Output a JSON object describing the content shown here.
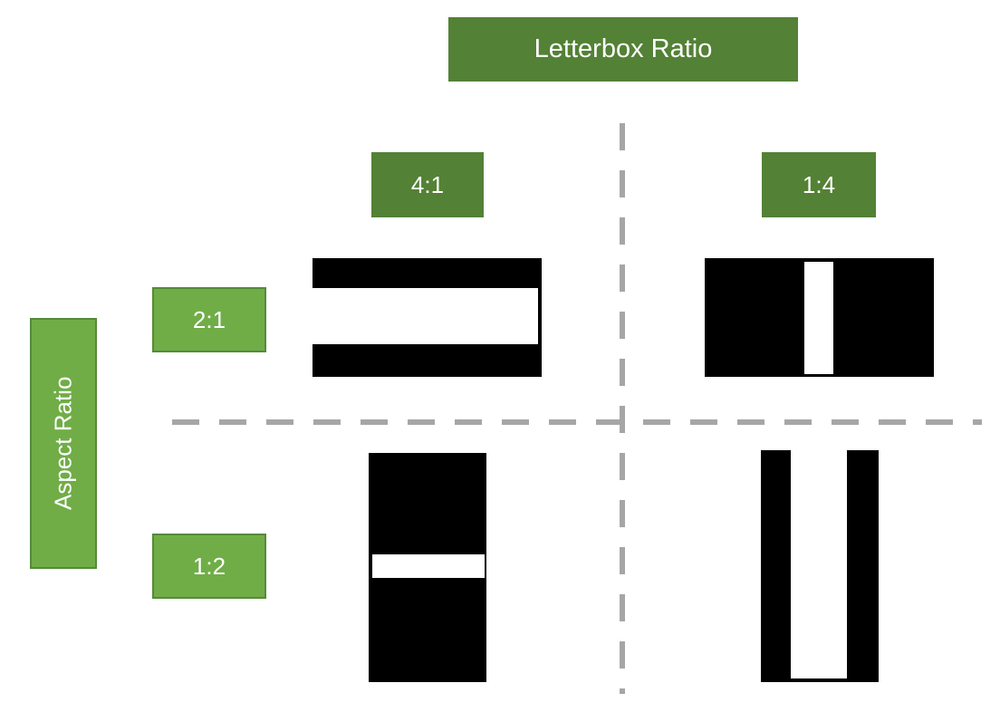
{
  "diagram": {
    "title": "Letterbox Ratio",
    "axis_label_vertical": "Aspect Ratio",
    "colors": {
      "header_green": "#538135",
      "label_green": "#70AD47",
      "label_green_border": "#558A39",
      "divider_gray": "#A6A6A6",
      "frame_black": "#000000",
      "content_white": "#FFFFFF",
      "text_white": "#FFFFFF"
    },
    "columns": [
      {
        "label": "4:1"
      },
      {
        "label": "1:4"
      }
    ],
    "rows": [
      {
        "label": "2:1"
      },
      {
        "label": "1:2"
      }
    ],
    "cells": [
      {
        "name": "aspect-2-1-letterbox-4-1",
        "frame_aspect": "2:1",
        "content_aspect": "4:1",
        "fit": "letterbox"
      },
      {
        "name": "aspect-2-1-letterbox-1-4",
        "frame_aspect": "2:1",
        "content_aspect": "1:4",
        "fit": "pillarbox"
      },
      {
        "name": "aspect-1-2-letterbox-4-1",
        "frame_aspect": "1:2",
        "content_aspect": "4:1",
        "fit": "letterbox"
      },
      {
        "name": "aspect-1-2-letterbox-1-4",
        "frame_aspect": "1:2",
        "content_aspect": "1:4",
        "fit": "pillarbox"
      }
    ]
  }
}
